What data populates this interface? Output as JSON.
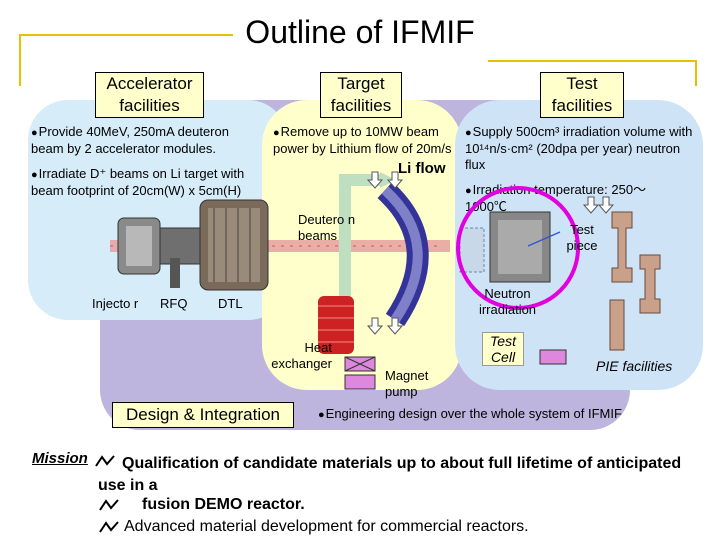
{
  "title": "Outline of IFMIF",
  "headers": {
    "accelerator": "Accelerator facilities",
    "target": "Target facilities",
    "test": "Test facilities"
  },
  "accelerator": {
    "bullet1": "Provide 40MeV, 250mA deuteron beam by 2 accelerator modules.",
    "bullet2": "Irradiate D⁺ beams on Li target with beam footprint of 20cm(W) x 5cm(H)",
    "injector_label": "Injecto r",
    "rfq_label": "RFQ",
    "dtl_label": "DTL"
  },
  "target": {
    "bullet1": "Remove up to 10MW beam power by Lithium flow of 20m/s",
    "li_flow_label": "Li flow",
    "deuteron_label": "Deutero n beams",
    "heat_exchanger_label": "Heat exchanger",
    "magnet_pump_label": "Magnet pump"
  },
  "test": {
    "bullet1": "Supply 500cm³ irradiation volume with 10¹⁴n/s·cm² (20dpa per year) neutron flux",
    "bullet2": "Irradiation temperature: 250〜1000℃",
    "test_piece_label": "Test piece",
    "neutron_label": "Neutron irradiation",
    "test_cell_label": "Test Cell",
    "pie_label": "PIE facilities"
  },
  "design": {
    "label": "Design & Integration",
    "bullet": "Engineering design over the whole system of IFMIF"
  },
  "mission": {
    "label": "Mission",
    "line1": "Qualification of candidate materials up to about full lifetime of anticipated use in a",
    "line2": "fusion DEMO reactor.",
    "line3": "Advanced material development for commercial reactors."
  },
  "colors": {
    "header_bg": "#ffffcc",
    "accelerator_bg": "#d6ecf8",
    "target_bg": "#ffffcc",
    "test_bg": "#cfe3f7",
    "design_bg": "#bdb5dd",
    "frame": "#e6c200",
    "test_cell_circle": "#e000e0",
    "beam": "#e8a0a0"
  }
}
